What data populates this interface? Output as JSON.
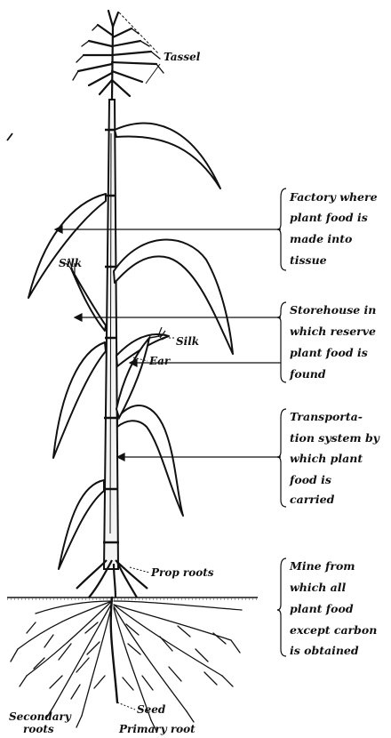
{
  "labels": {
    "tassel": "Tassel",
    "silk_left": "Silk",
    "silk_right": "Silk",
    "ear": "Ear",
    "prop_roots": "Prop roots",
    "seed": "Seed",
    "secondary_roots_1": "Secondary",
    "secondary_roots_2": "roots",
    "primary_root": "Primary root"
  },
  "annotations": [
    {
      "lines": [
        "Factory where",
        "plant food is",
        "made into",
        "tissue"
      ]
    },
    {
      "lines": [
        "Storehouse in",
        "which reserve",
        "plant food is",
        "found"
      ]
    },
    {
      "lines": [
        "Transporta-",
        "tion system by",
        "which plant",
        "food is",
        "carried"
      ]
    },
    {
      "lines": [
        "Mine from",
        "which all",
        "plant food",
        "except carbon",
        "is obtained"
      ]
    }
  ],
  "colors": {
    "ink": "#111111",
    "background": "#ffffff"
  }
}
